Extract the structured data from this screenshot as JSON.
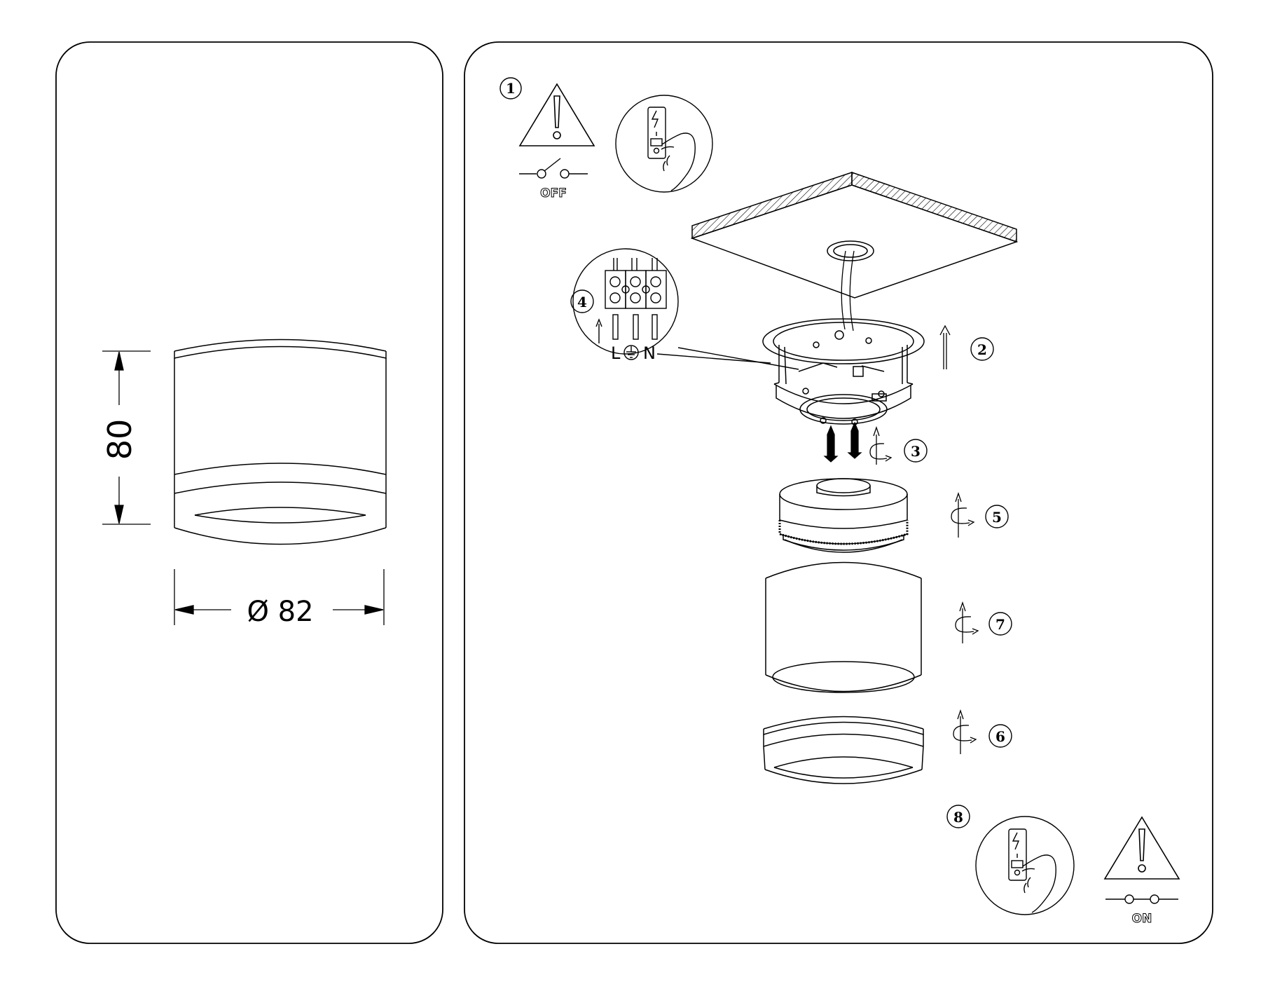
{
  "dimensions": {
    "height_label": "80",
    "diameter_label": "Ø 82"
  },
  "steps": {
    "s1": "1",
    "s2": "2",
    "s3": "3",
    "s4": "4",
    "s5": "5",
    "s6": "6",
    "s7": "7",
    "s8": "8"
  },
  "switch": {
    "off_label": "OFF",
    "on_label": "ON"
  },
  "terminal": {
    "live": "L",
    "neutral": "N"
  },
  "icons": {
    "warning": "warning-triangle-icon",
    "hand": "hand-pressing-switch-icon",
    "rotate": "rotate-arrow-icon",
    "earth": "earth-ground-icon"
  },
  "colors": {
    "line": "#000000",
    "background": "#ffffff"
  }
}
